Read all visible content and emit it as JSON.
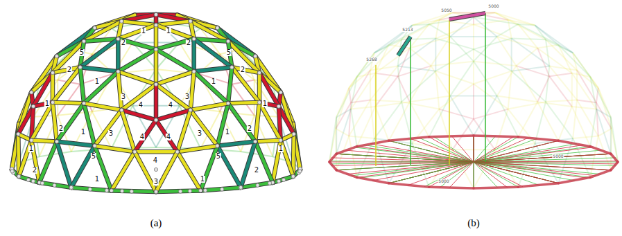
{
  "diagram": {
    "labels": [
      "2",
      "1",
      "1",
      "2",
      "5",
      "5",
      "2",
      "1",
      "3",
      "3",
      "1",
      "2",
      "1",
      "4",
      "4",
      "1",
      "2",
      "1",
      "3",
      "4",
      "4",
      "3",
      "1",
      "2",
      "1",
      "5",
      "4",
      "5",
      "1",
      "2",
      "1",
      "3",
      "1",
      "2",
      "5000",
      "5050",
      "5213",
      "5268",
      "5000",
      "5000",
      "(a)",
      "(b)"
    ]
  }
}
